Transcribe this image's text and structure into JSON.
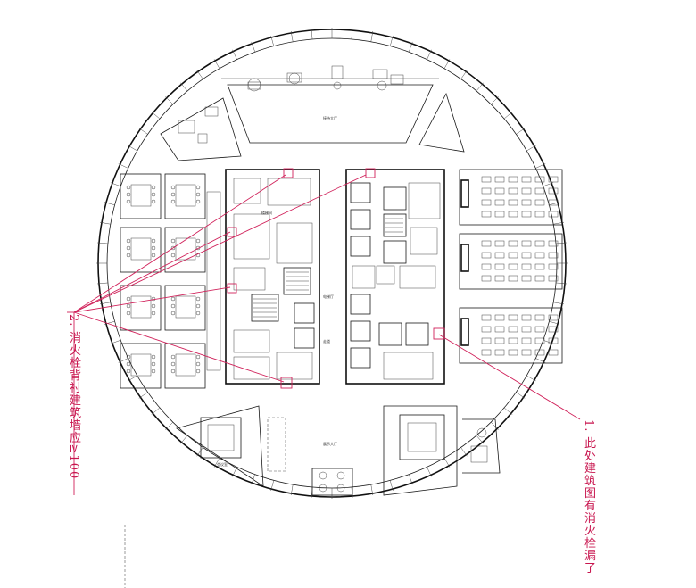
{
  "annotations": {
    "note_right": "1. 此处建筑图有消火栓漏了",
    "note_left": "2. 消火栓背衬建筑墙应≥100"
  },
  "colors": {
    "annotation": "#c8154e",
    "linework": "#1a1a1a",
    "background": "#ffffff"
  },
  "room_labels": {
    "north_hall": "接待大厅",
    "south_hall": "展示大厅",
    "meeting_room": "会议室",
    "elevator_hall": "电梯厅",
    "stair": "楼梯间",
    "corridor": "走道"
  }
}
